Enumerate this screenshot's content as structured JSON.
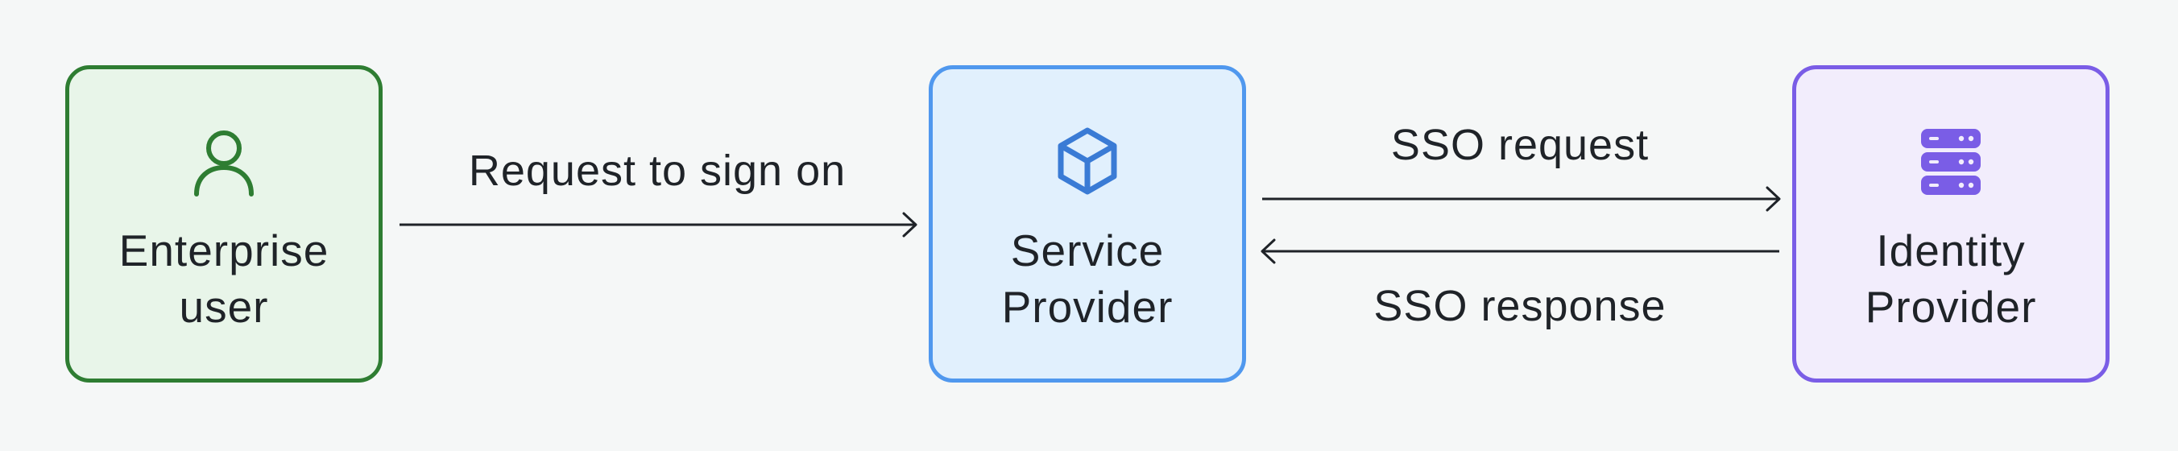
{
  "nodes": {
    "enterprise_user": {
      "line1": "Enterprise",
      "line2": "user",
      "icon": "person-icon",
      "color": "#2e7d32"
    },
    "service_provider": {
      "line1": "Service",
      "line2": "Provider",
      "icon": "cube-icon",
      "color": "#3a7bd5"
    },
    "identity_provider": {
      "line1": "Identity",
      "line2": "Provider",
      "icon": "server-stack-icon",
      "color": "#7a5de6"
    }
  },
  "edges": {
    "request_sign_on": "Request to sign on",
    "sso_request": "SSO request",
    "sso_response": "SSO response"
  }
}
